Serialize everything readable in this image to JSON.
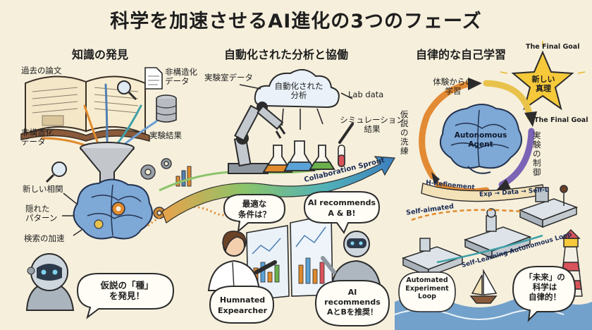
{
  "title": "科学を加速させるAI進化の3つのフェーズ",
  "phases": [
    {
      "heading": "知識の発見",
      "labels": {
        "past_papers": "過去の論文",
        "unstructured_top": "非構造化\nデータ",
        "unstructured_left": "非構造化\nデータ",
        "experiment_results": "実験結果",
        "new_correlation": "新しい相関",
        "hidden_pattern": "隠れた\nパターン",
        "search_acceleration": "検索の加速"
      },
      "bubble": "仮説の「種」\nを発見！"
    },
    {
      "heading": "自動化された分析と協働",
      "labels": {
        "lab_data_jp": "実験室データ",
        "cloud": "自動化された\n分析",
        "lab_data_en": "Lab data",
        "simulation": "シミュレーション\n結果",
        "collaboration": "Collaboration Sprout"
      },
      "bubbles": {
        "optimal": "最適な\n条件は？",
        "ai_recommends": "AI recommends\nA & B!",
        "human": "Humnated\nExpearcher",
        "ai_recommends_jp": "AI\nrecommends\nAとBを推奨！"
      }
    },
    {
      "heading": "自律的な自己学習",
      "labels": {
        "final_goal_top": "The Final Goal",
        "new_truth": "新しい\n真理",
        "final_goal_side": "The Final Goal",
        "learn_from_experience": "体験からの\n学習",
        "hypothesis_refine": "仮説の洗練",
        "experiment_control": "実験の制御",
        "agent": "Autonomous\nAgent",
        "refinement": "H-Refinement",
        "cycle": "Exp → Data → Self-L",
        "self_aimated": "Self-aimated",
        "loop": "Self-Learning Autonomous Loop",
        "auto_loop": "Automated\nExperiment\nLoop"
      },
      "bubble": "「未来」の\n科学は\n自律的！"
    }
  ],
  "colors": {
    "paper": "#f6efdc",
    "ink": "#1e1e1e",
    "brain_blue": "#4f7fb3",
    "gear_orange": "#e08a2c",
    "ribbon_teal": "#3ea0a8",
    "ribbon_green": "#6cb04c",
    "star_yellow": "#f6c93a",
    "sea_blue": "#5a93c8"
  },
  "icons": [
    "open-book-icon",
    "document-icon",
    "database-icon",
    "magnifier-icon",
    "funnel-icon",
    "brain-icon",
    "gear-icon",
    "robot-icon",
    "cloud-icon",
    "robot-arm-icon",
    "flask-icon",
    "scientist-icon",
    "star-icon",
    "lighthouse-icon",
    "sailboat-icon",
    "lab-station-icon"
  ]
}
